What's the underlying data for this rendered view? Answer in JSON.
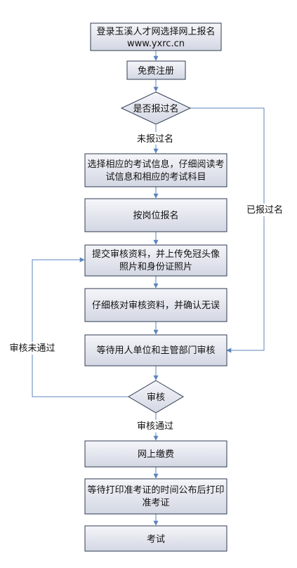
{
  "colors": {
    "box_fill_top": "#f4f5f9",
    "box_fill_bottom": "#d4d8e4",
    "border": "#2f3b52",
    "connector": "#5b84bd",
    "text": "#111111"
  },
  "steps": {
    "login": {
      "line1": "登录玉溪人才网选择网上报名",
      "line2": "www.yxrc.cn"
    },
    "register": "免费注册",
    "check_registered": "是否报过名",
    "not_registered_label": "未报过名",
    "choose_exam": {
      "line1": "选择相应的考试信息，仔细阅读考",
      "line2": "试信息和相应的考试科目"
    },
    "apply_position": "按岗位报名",
    "submit_materials": {
      "line1": "提交审核资料，并上传免冠头像",
      "line2": "照片和身份证照片"
    },
    "verify_materials": "仔细核对审核资料，并确认无误",
    "wait_review": "等待用人单位和主管部门审核",
    "review": "审核",
    "already_registered_label": "已报过名",
    "review_failed_label": "审核未通过",
    "review_passed_label": "审核通过",
    "pay_online": "网上缴费",
    "wait_print": {
      "line1": "等待打印准考证的时间公布后打印",
      "line2": "准考证"
    },
    "exam": "考试"
  }
}
